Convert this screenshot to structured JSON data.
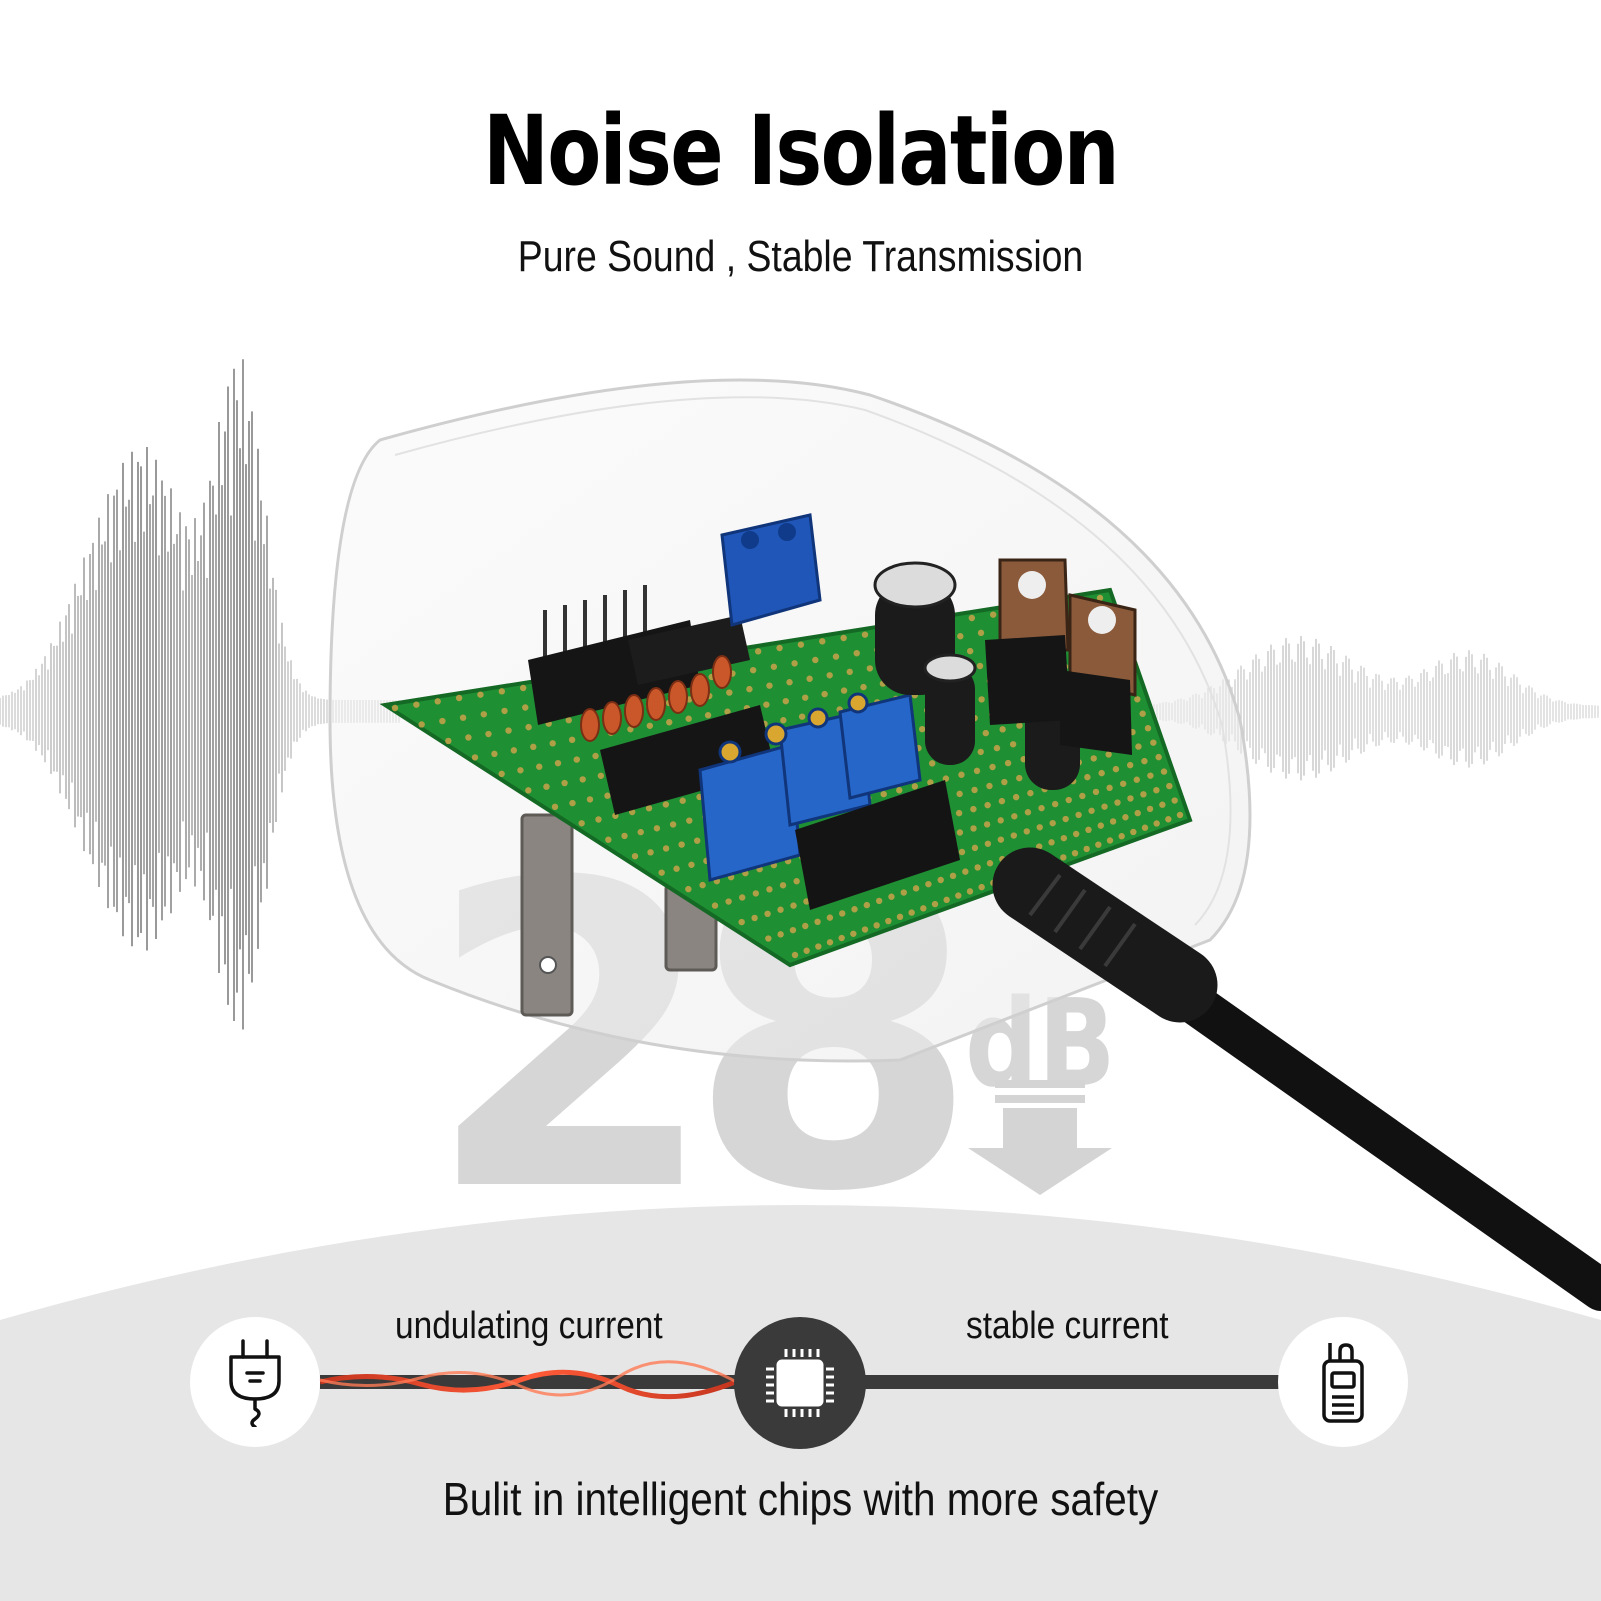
{
  "header": {
    "title": "Noise Isolation",
    "subtitle": "Pure Sound , Stable Transmission"
  },
  "badge": {
    "number": "28",
    "unit": "dB"
  },
  "flow": {
    "left_label": "undulating current",
    "right_label": "stable current",
    "start_icon": "plug-icon",
    "middle_icon": "chip-icon",
    "end_icon": "walkie-talkie-icon",
    "left_line_color": "#e8452c",
    "right_line_color": "#35c33a"
  },
  "footer": {
    "text": "Bulit in intelligent chips with more safety"
  }
}
